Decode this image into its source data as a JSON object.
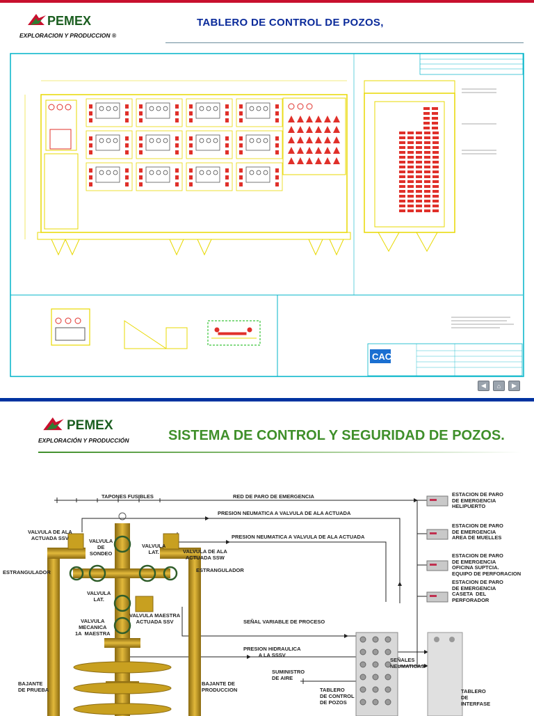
{
  "slide1": {
    "brand": "PEMEX",
    "subtitle": "EXPLORACION Y PRODUCCION",
    "registered": "®",
    "title": "TABLERO DE CONTROL DE POZOS,",
    "cac_logo": "CAC",
    "nav": {
      "prev": "◀",
      "home": "⌂",
      "next": "▶"
    },
    "colors": {
      "blueprint": "#00b4c8",
      "panel": "#e8d800",
      "component": "#e0302a"
    }
  },
  "slide2": {
    "brand": "PEMEX",
    "subtitle": "EXPLORACIÓN Y PRODUCCIÓN",
    "title": "SISTEMA DE CONTROL Y SEGURIDAD DE POZOS.",
    "lines": {
      "tapones": "TAPONES FUSIBLES",
      "red_paro": "RED DE PARO DE EMERGENCIA",
      "presion_neu_1": "PRESION NEUMATICA A VALVULA DE ALA ACTUADA",
      "presion_neu_2": "PRESION NEUMATICA A VALVULA DE ALA ACTUADA",
      "senal_variable": "SEÑAL VARIABLE DE PROCESO",
      "presion_hidraulica": "PRESION HIDRAULICA\nA LA SSSV"
    },
    "stations": [
      "ESTACION DE PARO\nDE EMERGENCIA\nHELIPUERTO",
      "ESTACION DE PARO\nDE EMERGENCIA\nAREA DE MUELLES",
      "ESTACION DE PARO\nDE EMERGENCIA\nOFICINA SUPTCIA.\nEQUIPO DE PERFORACION",
      "ESTACION DE PARO\nDE EMERGENCIA\nCASETA  DEL\nPERFORADOR"
    ],
    "labels": {
      "valvula_ala_ssv": "VALVULA DE ALA\nACTUADA SSV",
      "valvula_sondeo": "VALVULA\nDE\nSONDEO",
      "valvula_lat_right": "VALVULA\nLAT.",
      "valvula_ala_ssw": "VALVULA DE ALA\nACTUADA SSW",
      "estrangulador_left": "ESTRANGULADOR",
      "estrangulador_right": "ESTRANGULADOR",
      "valvula_lat_left": "VALVULA\nLAT.",
      "valvula_maestra": "VALVULA MAESTRA\nACTUADA SSV",
      "valvula_mecanica": "VALVULA\nMECANICA\n1A  MAESTRA",
      "bajante_prueba": "BAJANTE\nDE PRUEBA",
      "bajante_produccion": "BAJANTE DE\nPRODUCCION",
      "suministro_aire": "SUMINISTRO\nDE AIRE",
      "tablero_control": "TABLERO\nDE CONTROL\nDE POZOS",
      "senales_neumaticas": "SEÑALES\nNEUMATICAS",
      "tablero_interfase": "TABLERO\nDE\nINTERFASE"
    },
    "colors": {
      "wellhead": "#c8a020",
      "wellhead_dark": "#8a6a10",
      "line": "#222222",
      "station": "#c9c9c9",
      "title_green": "#3f8f2a"
    }
  }
}
